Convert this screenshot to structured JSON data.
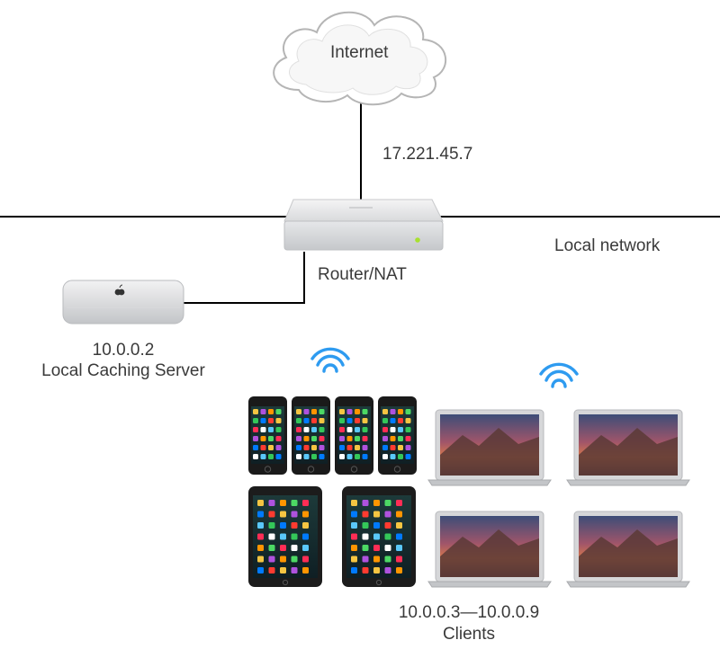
{
  "diagram": {
    "cloud_label": "Internet",
    "public_ip": "17.221.45.7",
    "router_label": "Router/NAT",
    "network_label": "Local network",
    "server": {
      "ip": "10.0.0.2",
      "name": "Local Caching Server"
    },
    "clients": {
      "range": "10.0.0.3—10.0.0.9",
      "name": "Clients"
    },
    "colors": {
      "wire": "#000000",
      "wifi": "#2e9bf0",
      "router_led": "#a8e030",
      "cloud_outline": "#b5b5b5",
      "device_body": "#c9cbcf"
    },
    "icons": [
      "cloud-icon",
      "router-icon",
      "mac-mini-icon",
      "wifi-icon",
      "iphone-icon",
      "ipad-icon",
      "macbook-icon"
    ]
  }
}
